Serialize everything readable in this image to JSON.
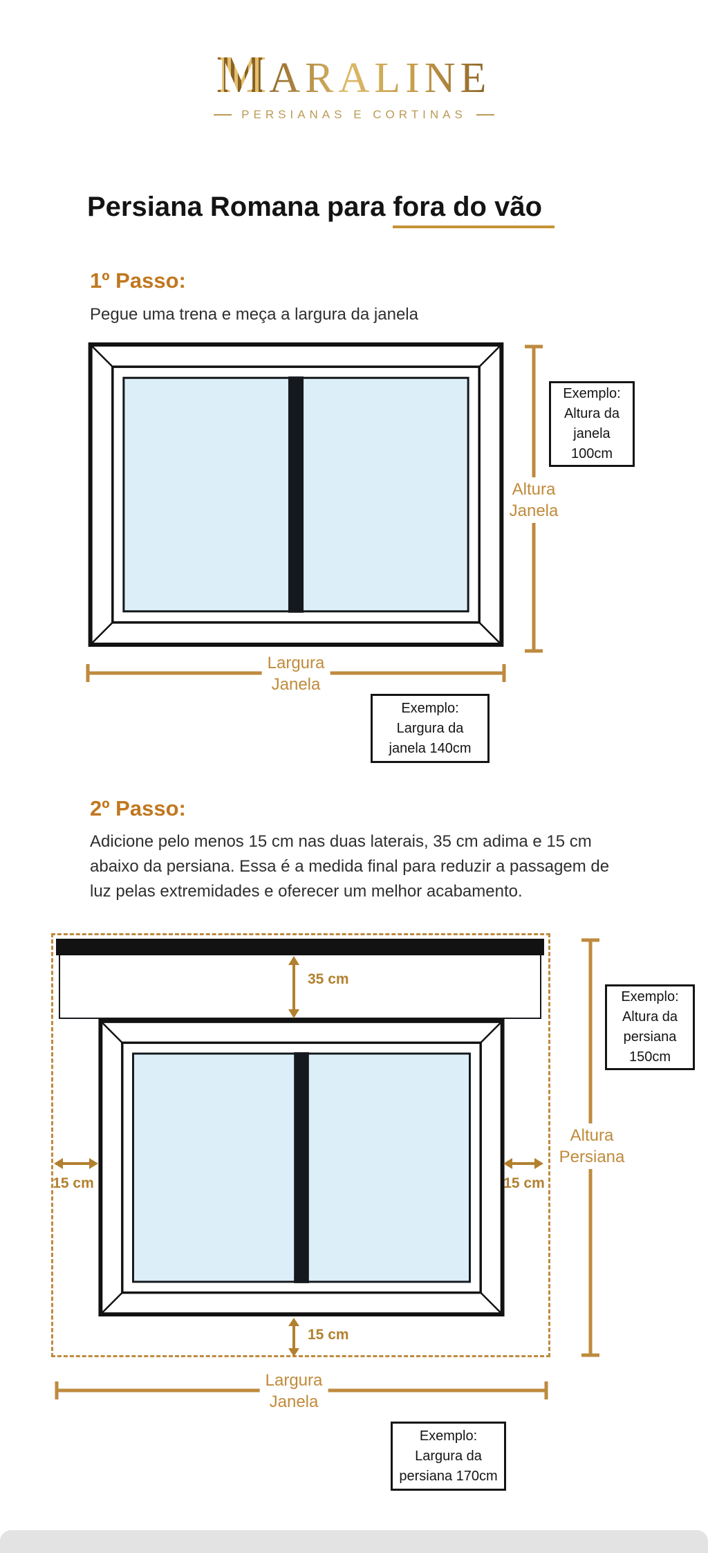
{
  "brand": {
    "monogram": "M",
    "wordmark": "ARALINE",
    "tagline": "PERSIANAS E CORTINAS"
  },
  "title": {
    "prefix": "Persiana Romana para ",
    "underlined": "fora do vão"
  },
  "colors": {
    "gold_accent": "#BE8A3E",
    "step_heading_orange": "#C0771F",
    "underline_gold": "#C49337",
    "glass_blue": "#DCEFF9",
    "text_dark": "#2F2F2F"
  },
  "step1": {
    "heading": "1º Passo:",
    "text": "Pegue uma trena e meça a largura da janela",
    "altura_label": "Altura\nJanela",
    "largura_label": "Largura\nJanela",
    "example_altura": "Exemplo:\nAltura da\njanela\n100cm",
    "example_largura": "Exemplo:\nLargura da\njanela 140cm"
  },
  "step2": {
    "heading": "2º Passo:",
    "text": "Adicione pelo menos 15 cm nas duas laterais, 35 cm adima e 15 cm abaixo da persiana. Essa é a medida final para reduzir a passagem de luz pelas extremidades e oferecer um melhor acabamento.",
    "gap_top": "35 cm",
    "gap_left": "15 cm",
    "gap_right": "15 cm",
    "gap_bottom": "15 cm",
    "altura_label": "Altura\nPersiana",
    "largura_label": "Largura\nJanela",
    "example_altura": "Exemplo:\nAltura da\npersiana\n150cm",
    "example_largura": "Exemplo:\nLargura da\npersiana 170cm"
  }
}
